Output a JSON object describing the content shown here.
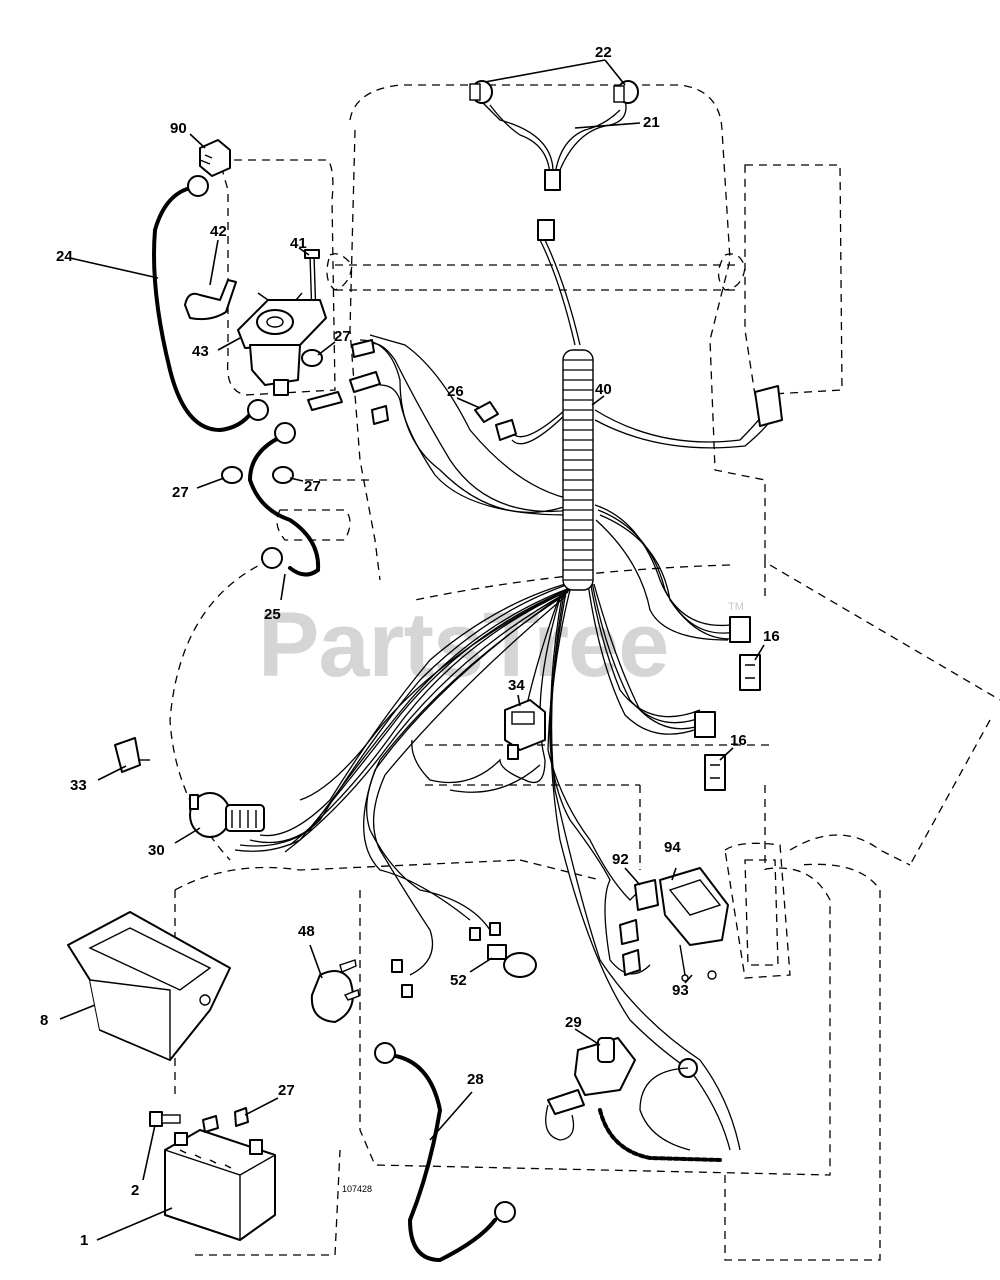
{
  "drawing_number": "107428",
  "watermark": {
    "text": "PartsTree",
    "trademark": "TM"
  },
  "callouts": {
    "c1": "1",
    "c2": "2",
    "c8": "8",
    "c16a": "16",
    "c16b": "16",
    "c21": "21",
    "c22": "22",
    "c24": "24",
    "c25": "25",
    "c26": "26",
    "c27a": "27",
    "c27b": "27",
    "c27c": "27",
    "c27d": "27",
    "c28": "28",
    "c29": "29",
    "c30": "30",
    "c33": "33",
    "c34": "34",
    "c40": "40",
    "c41": "41",
    "c42": "42",
    "c43": "43",
    "c48": "48",
    "c52": "52",
    "c90": "90",
    "c92": "92",
    "c93": "93",
    "c94": "94"
  }
}
